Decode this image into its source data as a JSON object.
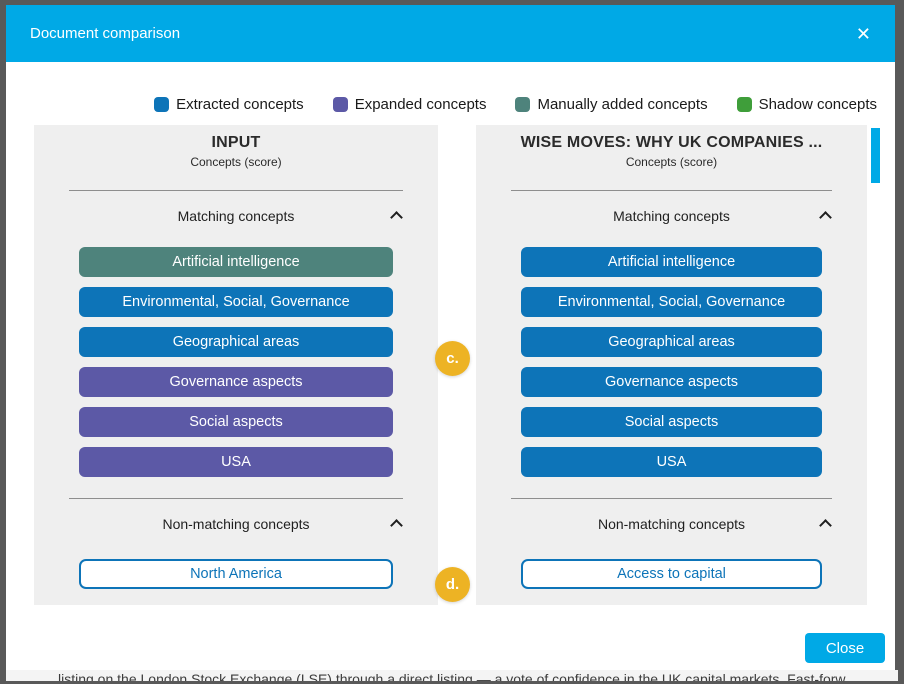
{
  "colors": {
    "accent": "#00a9e6",
    "extracted": "#0d74b8",
    "expanded": "#5c59a6",
    "manually_added": "#4e837c",
    "shadow": "#3f9e3a",
    "badge": "#edb324"
  },
  "modal": {
    "title": "Document comparison",
    "close_icon": "✕",
    "close_button_label": "Close"
  },
  "legend": {
    "items": [
      {
        "label": "Extracted concepts",
        "color": "#0d74b8"
      },
      {
        "label": "Expanded concepts",
        "color": "#5c59a6"
      },
      {
        "label": "Manually added concepts",
        "color": "#4e837c"
      },
      {
        "label": "Shadow concepts",
        "color": "#3f9e3a"
      }
    ]
  },
  "columns": [
    {
      "title": "INPUT",
      "subtitle": "Concepts (score)",
      "matching_header": "Matching concepts",
      "matching": [
        {
          "label": "Artificial intelligence",
          "type": "manually-added",
          "color": "#4e837c"
        },
        {
          "label": "Environmental, Social, Governance",
          "type": "extracted",
          "color": "#0d74b8"
        },
        {
          "label": "Geographical areas",
          "type": "extracted",
          "color": "#0d74b8"
        },
        {
          "label": "Governance aspects",
          "type": "expanded",
          "color": "#5c59a6"
        },
        {
          "label": "Social aspects",
          "type": "expanded",
          "color": "#5c59a6"
        },
        {
          "label": "USA",
          "type": "expanded",
          "color": "#5c59a6"
        }
      ],
      "non_matching_header": "Non-matching concepts",
      "non_matching": [
        {
          "label": "North America"
        }
      ]
    },
    {
      "title": "WISE MOVES: WHY UK COMPANIES ...",
      "subtitle": "Concepts (score)",
      "matching_header": "Matching concepts",
      "matching": [
        {
          "label": "Artificial intelligence",
          "type": "extracted",
          "color": "#0d74b8"
        },
        {
          "label": "Environmental, Social, Governance",
          "type": "extracted",
          "color": "#0d74b8"
        },
        {
          "label": "Geographical areas",
          "type": "extracted",
          "color": "#0d74b8"
        },
        {
          "label": "Governance aspects",
          "type": "extracted",
          "color": "#0d74b8"
        },
        {
          "label": "Social aspects",
          "type": "extracted",
          "color": "#0d74b8"
        },
        {
          "label": "USA",
          "type": "extracted",
          "color": "#0d74b8"
        }
      ],
      "non_matching_header": "Non-matching concepts",
      "non_matching": [
        {
          "label": "Access to capital"
        }
      ]
    }
  ],
  "annotations": [
    {
      "label": "c."
    },
    {
      "label": "d."
    }
  ],
  "background_text": "listing on the London Stock Exchange (LSE) through a direct listing — a vote of confidence in the UK capital markets. Fast-forw"
}
